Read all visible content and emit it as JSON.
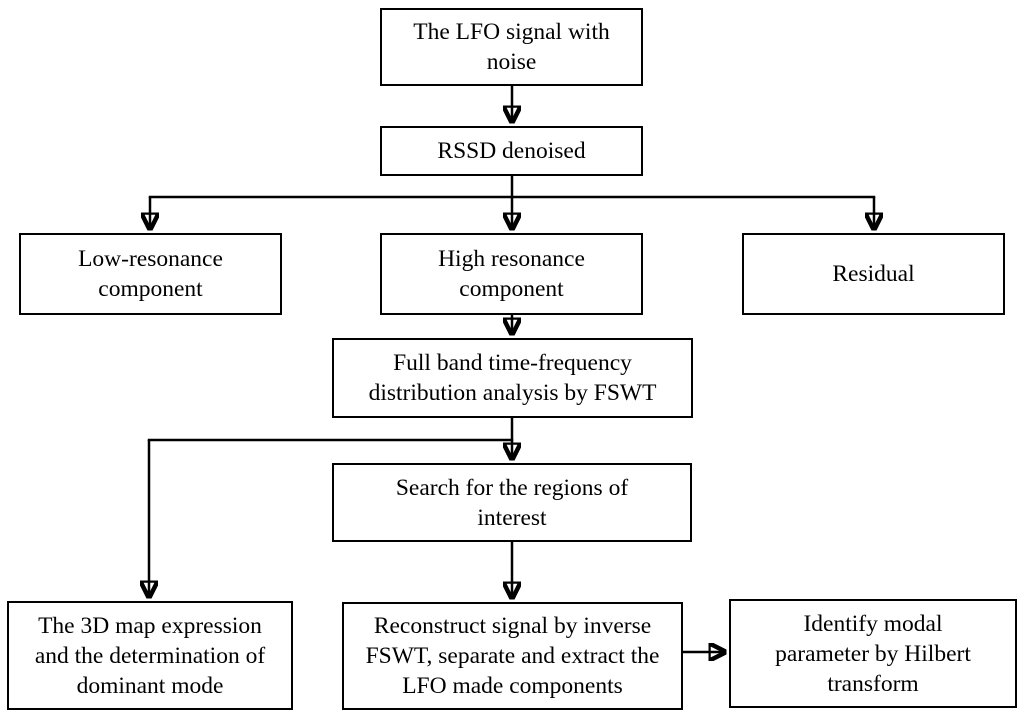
{
  "diagram": {
    "type": "flowchart",
    "colors": {
      "background": "#ffffff",
      "box_border": "#000000",
      "text": "#000000",
      "arrow": "#000000"
    },
    "nodes": {
      "lfo": {
        "label": "The LFO signal with\nnoise"
      },
      "rssd": {
        "label": "RSSD denoised"
      },
      "low": {
        "label": "Low-resonance\ncomponent"
      },
      "high": {
        "label": "High resonance\ncomponent"
      },
      "residual": {
        "label": "Residual"
      },
      "fswt": {
        "label": "Full band time-frequency\ndistribution analysis by FSWT"
      },
      "search": {
        "label": "Search for the regions of\ninterest"
      },
      "map3d": {
        "label": "The 3D map expression\nand the determination of\ndominant mode"
      },
      "reconstruct": {
        "label": "Reconstruct signal by inverse\nFSWT, separate and extract the\nLFO made components"
      },
      "identify": {
        "label": "Identify modal\nparameter by Hilbert\ntransform"
      }
    },
    "edges": [
      {
        "from": "lfo",
        "to": "rssd"
      },
      {
        "from": "rssd",
        "to": "low"
      },
      {
        "from": "rssd",
        "to": "high"
      },
      {
        "from": "rssd",
        "to": "residual"
      },
      {
        "from": "high",
        "to": "fswt"
      },
      {
        "from": "fswt",
        "to": "search"
      },
      {
        "from": "fswt",
        "to": "map3d"
      },
      {
        "from": "search",
        "to": "reconstruct"
      },
      {
        "from": "reconstruct",
        "to": "identify"
      }
    ]
  }
}
